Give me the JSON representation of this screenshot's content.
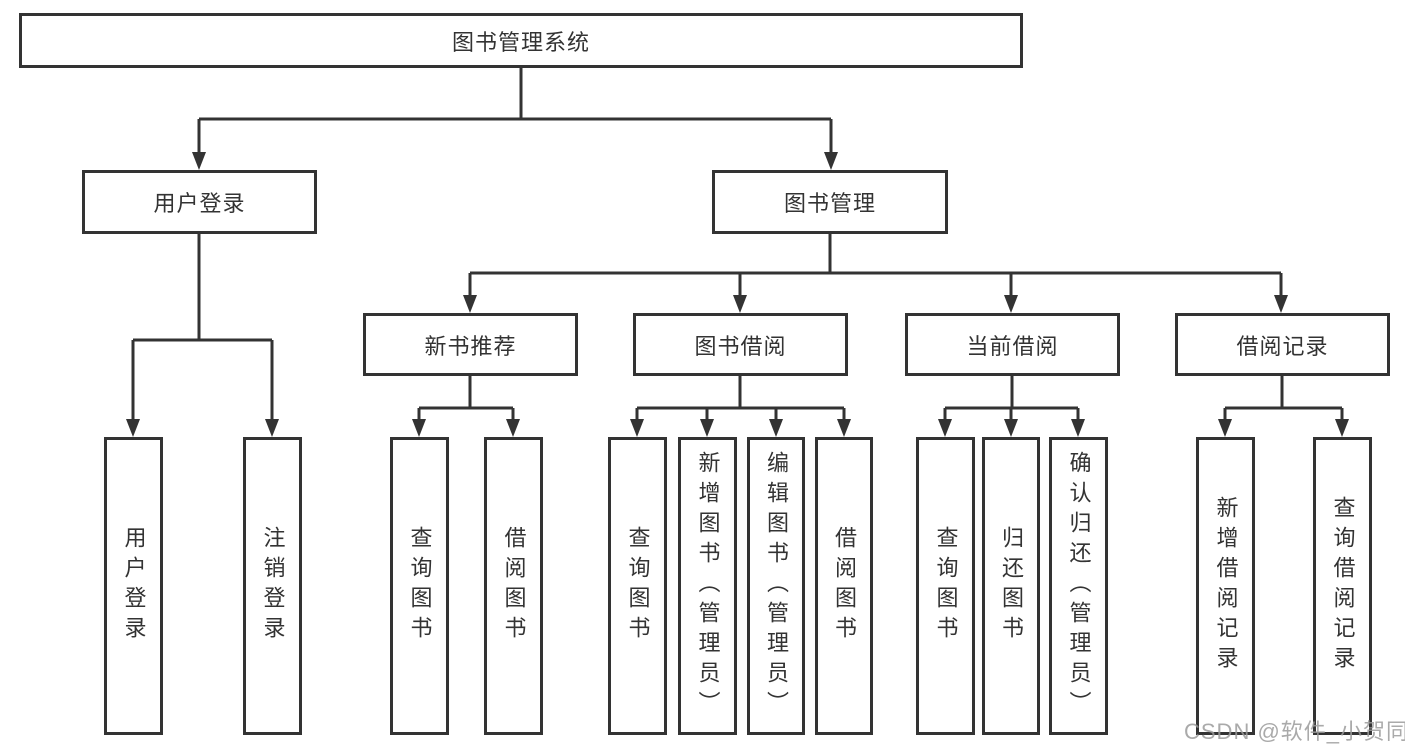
{
  "nodes": {
    "root": "图书管理系统",
    "level2": {
      "user_login": "用户登录",
      "book_mgmt": "图书管理"
    },
    "level3": {
      "new_book": "新书推荐",
      "book_borrow": "图书借阅",
      "current_borrow": "当前借阅",
      "borrow_records": "借阅记录"
    },
    "leaves": {
      "user_login": [
        "用户登录",
        "注销登录"
      ],
      "new_book": [
        "查询图书",
        "借阅图书"
      ],
      "book_borrow": [
        "查询图书",
        "新增图书（管理员）",
        "编辑图书（管理员）",
        "借阅图书"
      ],
      "current_borrow": [
        "查询图书",
        "归还图书",
        "确认归还（管理员）"
      ],
      "borrow_records": [
        "新增借阅记录",
        "查询借阅记录"
      ]
    }
  },
  "watermark": "CSDN @软件_小贺同学",
  "colors": {
    "line": "#333333",
    "box_border": "#333333",
    "text": "#333333",
    "watermark": "#9b9b9b",
    "background": "#ffffff"
  }
}
